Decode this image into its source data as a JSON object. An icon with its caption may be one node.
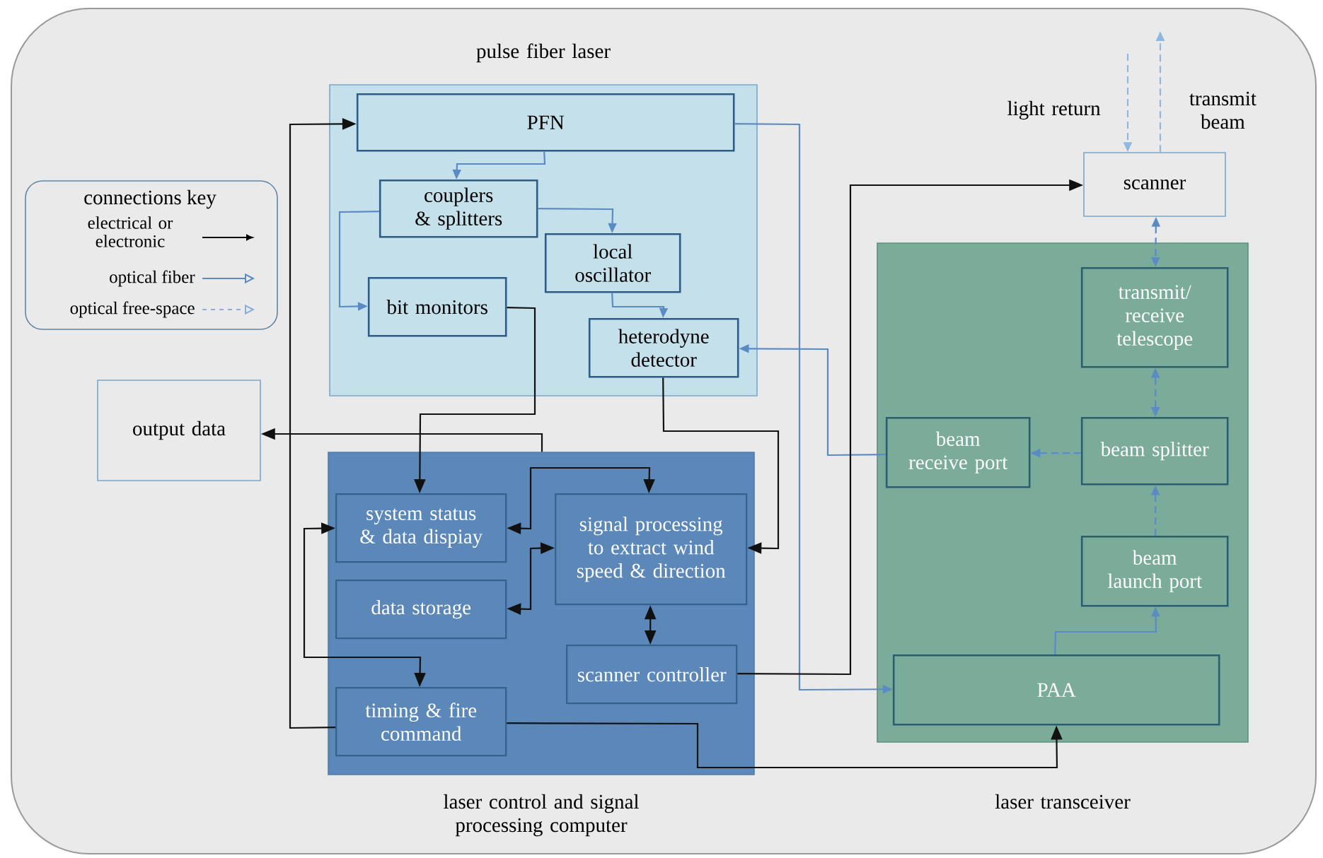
{
  "diagram": {
    "nodes": [
      {
        "text": [
          "pulse fiber laser"
        ]
      },
      {
        "text": [
          "PFN"
        ],
        "in": 0
      },
      {
        "text": [
          "couplers & splitters"
        ],
        "in": 0
      },
      {
        "text": [
          "local oscillator"
        ],
        "in": 0
      },
      {
        "text": [
          "bit monitors"
        ],
        "in": 0
      },
      {
        "text": [
          "heterodyne detector"
        ],
        "in": 0
      },
      {
        "text": [
          "output data"
        ]
      },
      {
        "text": [
          "laser control and signal processing computer"
        ]
      },
      {
        "text": [
          "system status & data dispiay"
        ],
        "in": 7
      },
      {
        "text": [
          "signal processing to extract wind speed & direction"
        ],
        "in": 7
      },
      {
        "text": [
          "data storage"
        ],
        "in": 7
      },
      {
        "text": [
          "scanner controller"
        ],
        "in": 7
      },
      {
        "text": [
          "timing & fire command"
        ],
        "in": 7
      },
      {
        "text": [
          "scanner"
        ]
      },
      {
        "text": [
          "laser transceiver"
        ]
      },
      {
        "text": [
          "transmit/ receive telescope"
        ],
        "in": 14
      },
      {
        "text": [
          "beam receive port"
        ],
        "in": 14
      },
      {
        "text": [
          "beam splitter"
        ],
        "in": 14
      },
      {
        "text": [
          "beam launch port"
        ],
        "in": 14
      },
      {
        "text": [
          "PAA"
        ],
        "in": 14
      }
    ],
    "edges": [
      {
        "from": 12,
        "to": 1,
        "arrow": "to",
        "color": "#111111"
      },
      {
        "from": 1,
        "to": 2,
        "arrow": "to"
      },
      {
        "from": 2,
        "to": 4,
        "arrow": "to"
      },
      {
        "from": 2,
        "to": 3,
        "arrow": "to"
      },
      {
        "from": 3,
        "to": 5,
        "arrow": "to"
      },
      {
        "from": 4,
        "to": 8,
        "arrow": "to",
        "color": "#111111"
      },
      {
        "from": 5,
        "to": 9,
        "arrow": "to",
        "color": "#111111"
      },
      {
        "from": 1,
        "to": 19,
        "arrow": "to"
      },
      {
        "from": 16,
        "to": 5,
        "arrow": "to"
      },
      {
        "from": 11,
        "to": 13,
        "arrow": "to",
        "color": "#111111"
      },
      {
        "from": 12,
        "to": 19,
        "arrow": "to",
        "color": "#111111"
      },
      {
        "from": 9,
        "to": 8,
        "arrow": "both",
        "color": "#111111"
      },
      {
        "from": 9,
        "to": 10,
        "arrow": "both",
        "color": "#111111"
      },
      {
        "from": 9,
        "to": 11,
        "arrow": "both",
        "color": "#111111"
      },
      {
        "from": 7,
        "to": 6,
        "arrow": "to",
        "color": "#111111"
      },
      {
        "from": 8,
        "to": 12,
        "arrow": "both",
        "color": "#111111"
      },
      {
        "from": 19,
        "to": 18,
        "arrow": "to"
      },
      {
        "from": 18,
        "to": 17,
        "arrow": "to",
        "style": "dashed"
      },
      {
        "from": 17,
        "to": 16,
        "arrow": "to",
        "style": "dashed"
      },
      {
        "from": 17,
        "to": 15,
        "arrow": "both",
        "style": "dashed"
      },
      {
        "from": 13,
        "to": 15,
        "arrow": "both",
        "style": "dashed"
      },
      {
        "from": null,
        "to": 13,
        "arrow": "to",
        "style": "dashed",
        "color": "#8fb8e0",
        "label": "light return"
      },
      {
        "from": 13,
        "to": null,
        "arrow": "to",
        "style": "dashed",
        "color": "#8fb8e0",
        "label": "transmit beam"
      }
    ],
    "labels": [
      "connections key"
    ],
    "legend": [
      {
        "text": "electrical or electronic"
      },
      {
        "text": "optical fiber"
      },
      {
        "text": "optical free-space"
      }
    ]
  }
}
